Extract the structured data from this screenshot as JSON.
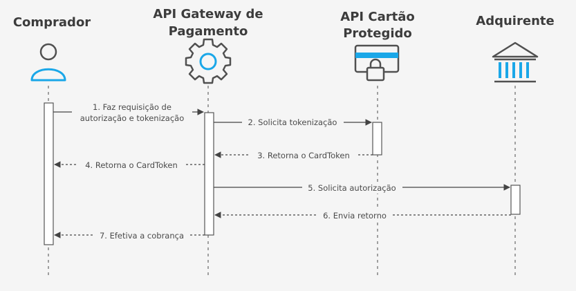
{
  "actors": [
    {
      "id": "comprador",
      "title_lines": [
        "Comprador"
      ],
      "icon": "user-icon"
    },
    {
      "id": "gateway",
      "title_lines": [
        "API Gateway de",
        "Pagamento"
      ],
      "icon": "gear-icon"
    },
    {
      "id": "cartao",
      "title_lines": [
        "API Cartão",
        "Protegido"
      ],
      "icon": "card-lock-icon"
    },
    {
      "id": "adquirente",
      "title_lines": [
        "Adquirente"
      ],
      "icon": "bank-icon"
    }
  ],
  "messages": [
    {
      "from": "comprador",
      "to": "gateway",
      "label_lines": [
        "1. Faz requisição de",
        "autorização e tokenização"
      ],
      "style": "solid"
    },
    {
      "from": "gateway",
      "to": "cartao",
      "label_lines": [
        "2. Solicita tokenização"
      ],
      "style": "solid"
    },
    {
      "from": "cartao",
      "to": "gateway",
      "label_lines": [
        "3. Retorna o CardToken"
      ],
      "style": "dashed"
    },
    {
      "from": "gateway",
      "to": "comprador",
      "label_lines": [
        "4. Retorna o CardToken"
      ],
      "style": "dashed"
    },
    {
      "from": "gateway",
      "to": "adquirente",
      "label_lines": [
        "5. Solicita autorização"
      ],
      "style": "solid"
    },
    {
      "from": "adquirente",
      "to": "gateway",
      "label_lines": [
        "6. Envia retorno"
      ],
      "style": "dashed"
    },
    {
      "from": "gateway",
      "to": "comprador",
      "label_lines": [
        "7. Efetiva a cobrança"
      ],
      "style": "dashed"
    }
  ],
  "colors": {
    "accent": "#1aa7e8",
    "icon_gray": "#505050",
    "text": "#3c3c3c"
  }
}
